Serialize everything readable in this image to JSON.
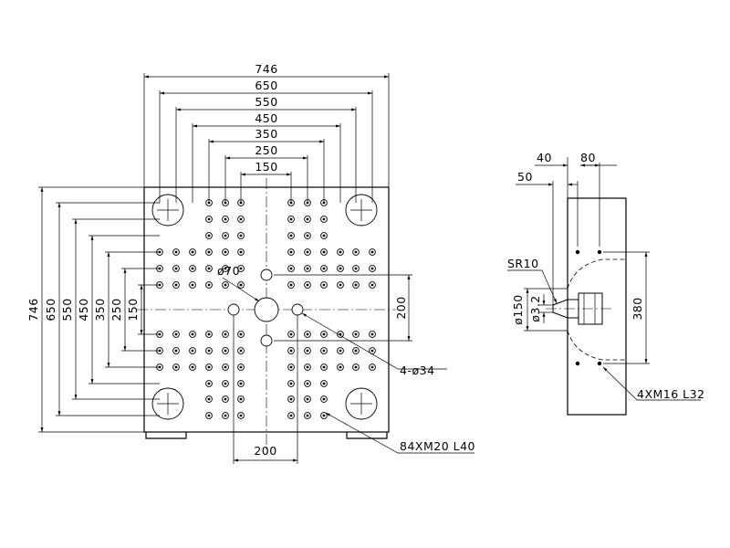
{
  "front_view": {
    "overall_dims": [
      "746",
      "650",
      "550",
      "450",
      "350",
      "250",
      "150"
    ],
    "bottom_dim": "200",
    "right_dim": "200",
    "center_hole": "ø70",
    "side_holes": "4-ø34",
    "tapped_holes": "84XM20  L40"
  },
  "side_view": {
    "dim_40": "40",
    "dim_80": "80",
    "dim_50": "50",
    "sphere_radius": "SR10",
    "dia_150": "ø150",
    "dia_3_2": "ø3.2",
    "dim_380": "380",
    "tapped_holes": "4XM16  L32"
  }
}
